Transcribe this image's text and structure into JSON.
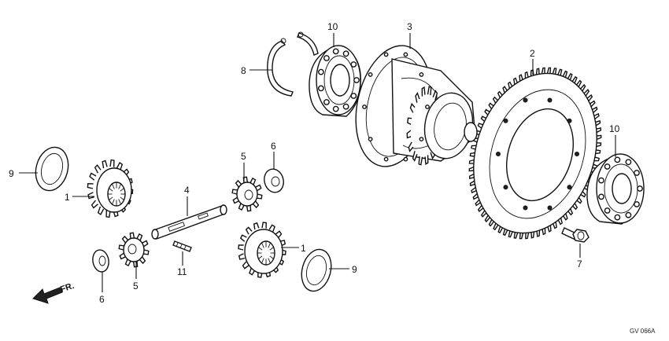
{
  "callouts": [
    {
      "id": "c8",
      "number": "8"
    },
    {
      "id": "c10a",
      "number": "10"
    },
    {
      "id": "c3",
      "number": "3"
    },
    {
      "id": "c2",
      "number": "2"
    },
    {
      "id": "c10b",
      "number": "10"
    },
    {
      "id": "c9a",
      "number": "9"
    },
    {
      "id": "c1a",
      "number": "1"
    },
    {
      "id": "c4",
      "number": "4"
    },
    {
      "id": "c5a",
      "number": "5"
    },
    {
      "id": "c6a",
      "number": "6"
    },
    {
      "id": "c7",
      "number": "7"
    },
    {
      "id": "c11",
      "number": "11"
    },
    {
      "id": "c1b",
      "number": "1"
    },
    {
      "id": "c9b",
      "number": "9"
    },
    {
      "id": "c6b",
      "number": "6"
    },
    {
      "id": "c5b",
      "number": "5"
    }
  ],
  "front_arrow_label": "FR.",
  "diagram_code": "GV 066A"
}
